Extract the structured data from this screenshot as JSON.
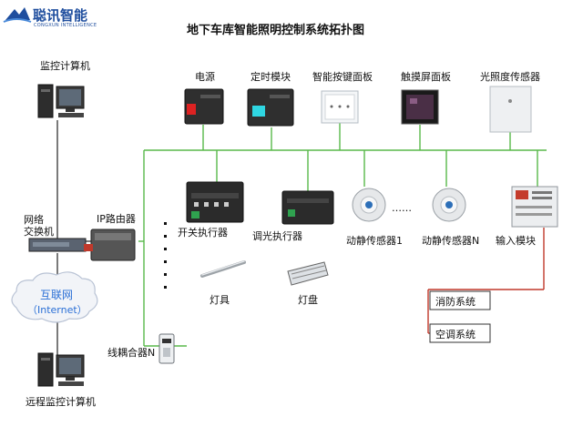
{
  "logo": {
    "brand_cn": "聪讯智能",
    "brand_en": "CONGXUN INTELLIGENCE"
  },
  "title": "地下车库智能照明控制系统拓扑图",
  "devices": {
    "power_supply": "电源",
    "timer_module": "定时模块",
    "smart_panel": "智能按键面板",
    "touch_panel": "触摸屏面板",
    "light_sensor": "光照度传感器",
    "monitor_pc": "监控计算机",
    "switch": "网络\n交换机",
    "ip_router": "IP路由器",
    "relay_actuator": "开关执行器",
    "dimmer_actuator": "调光执行器",
    "motion_sensor_1": "动静传感器1",
    "motion_sensor_n": "动静传感器N",
    "input_module": "输入模块",
    "fixture": "灯具",
    "panel_light": "灯盘",
    "line_coupler": "线耦合器N",
    "remote_pc": "远程监控计算机"
  },
  "cloud": {
    "label_cn": "互联网",
    "label_en": "（Internet）"
  },
  "systems": {
    "fire": "消防系统",
    "hvac": "空调系统"
  },
  "ellipsis": "……",
  "colors": {
    "bus_line": "#58b84a",
    "network_line": "#333333",
    "system_line": "#c0392b",
    "brand": "#1f4e9e",
    "cloud_text": "#2a6fd6"
  }
}
